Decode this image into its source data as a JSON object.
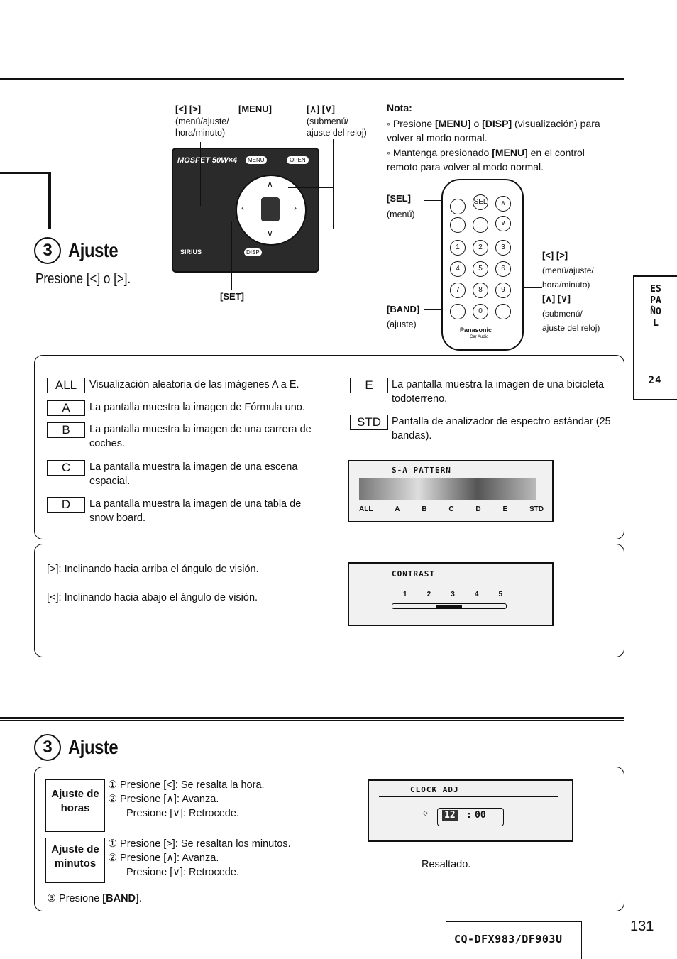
{
  "top": {
    "heading_num": "3",
    "heading": "Ajuste",
    "instruction": "Presione [<] o [>].",
    "callout_left_key": "[<] [>]",
    "callout_left_desc": "(menú/ajuste/\nhora/minuto)",
    "callout_menu": "[MENU]",
    "callout_arrows_key": "[∧] [∨]",
    "callout_arrows_desc": "(submenú/\najuste del reloj)",
    "callout_set": "[SET]",
    "device_brand": "MOSFET 50W×4",
    "device_menu_btn": "MENU",
    "device_open_btn": "OPEN",
    "device_disp_btn": "DISP",
    "device_sirius": "SIRIUS",
    "nota_title": "Nota:",
    "nota_1_pre": "Presione ",
    "nota_1_menu": "[MENU]",
    "nota_1_mid": " o ",
    "nota_1_disp": "[DISP]",
    "nota_1_post": " (visualización) para volver al modo normal.",
    "nota_2_pre": "Mantenga presionado ",
    "nota_2_menu": "[MENU]",
    "nota_2_post": " en el control remoto para volver al modo normal.",
    "remote_sel_key": "[SEL]",
    "remote_sel_desc": "(menú)",
    "remote_band_key": "[BAND]",
    "remote_band_desc": "(ajuste)",
    "remote_right_key1": "[<] [>]",
    "remote_right_desc1": "(menú/ajuste/\nhora/minuto)",
    "remote_right_key2": "[∧] [∨]",
    "remote_right_desc2": "(submenú/\najuste del reloj)",
    "remote_brand": "Panasonic",
    "remote_sub": "Car Audio"
  },
  "sidebar": {
    "lang": "ESPAÑOL",
    "page_in_lang": "24"
  },
  "pattern": {
    "items": [
      {
        "key": "ALL",
        "desc": "Visualización aleatoria de las imágenes A a E."
      },
      {
        "key": "A",
        "desc": "La pantalla muestra la imagen de Fórmula uno."
      },
      {
        "key": "B",
        "desc": "La pantalla muestra la imagen de una carrera de coches."
      },
      {
        "key": "C",
        "desc": "La pantalla muestra la imagen de una escena espacial."
      },
      {
        "key": "D",
        "desc": "La pantalla muestra la imagen de una tabla de snow board."
      },
      {
        "key": "E",
        "desc": "La pantalla muestra la imagen de una bicicleta todoterreno."
      },
      {
        "key": "STD",
        "desc": "Pantalla de analizador de espectro estándar (25 bandas)."
      }
    ],
    "screen_title": "S-A PATTERN",
    "screen_options": [
      "ALL",
      "A",
      "B",
      "C",
      "D",
      "E",
      "STD"
    ]
  },
  "contrast": {
    "up": "[>]: Inclinando hacia arriba el ángulo de visión.",
    "down": "[<]: Inclinando hacia abajo el ángulo de visión.",
    "screen_title": "CONTRAST",
    "levels": [
      "1",
      "2",
      "3",
      "4",
      "5"
    ]
  },
  "bottom": {
    "heading_num": "3",
    "heading": "Ajuste",
    "hours_label": "Ajuste de horas",
    "hours_1": "① Presione [<]: Se resalta la hora.",
    "hours_2": "② Presione [∧]: Avanza.",
    "hours_3": "Presione [∨]: Retrocede.",
    "min_label": "Ajuste de minutos",
    "min_1": "① Presione [>]: Se resaltan los minutos.",
    "min_2": "② Presione [∧]: Avanza.",
    "min_3": "Presione [∨]: Retrocede.",
    "step3_pre": "③ Presione ",
    "step3_band": "[BAND]",
    "step3_post": ".",
    "screen_title": "CLOCK ADJ",
    "clock_hour": "12",
    "clock_sep": ":",
    "clock_min": "00",
    "highlight_label": "Resaltado."
  },
  "footer": {
    "model": "CQ-DFX983/DF903U",
    "page_number": "131"
  }
}
